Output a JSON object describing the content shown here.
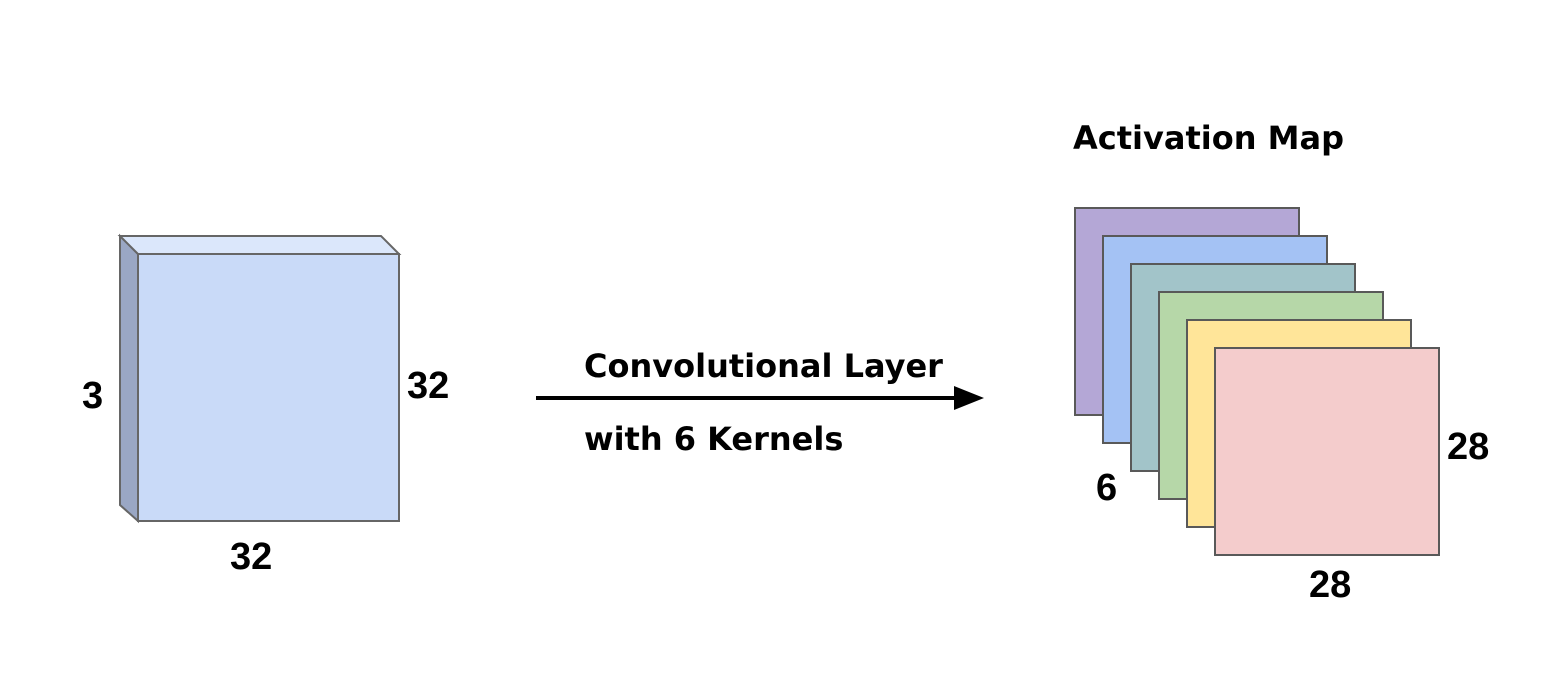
{
  "input_volume": {
    "depth_label": "3",
    "height_label": "32",
    "width_label": "32",
    "colors": {
      "front": "#c9daf8",
      "top": "#dbe7fb",
      "side": "#9aa7c4",
      "stroke": "#666666"
    }
  },
  "arrow": {
    "line1": "Convolutional Layer",
    "line2": "with 6 Kernels",
    "color": "#000000"
  },
  "activation_map": {
    "title": "Activation Map",
    "depth_label": "6",
    "height_label": "28",
    "width_label": "28",
    "stroke": "#595959",
    "map_colors": [
      "#b4a7d6",
      "#a4c2f4",
      "#a2c4c9",
      "#b6d7a8",
      "#ffe599",
      "#f4cccc"
    ]
  }
}
